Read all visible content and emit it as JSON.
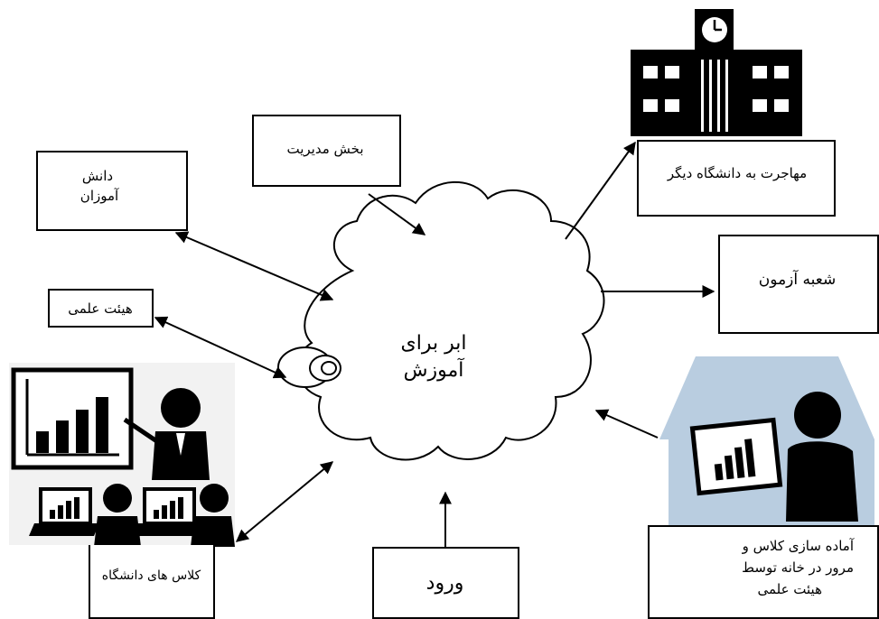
{
  "center": {
    "line1": "ابر برای",
    "line2": "آموزش"
  },
  "nodes": {
    "students": {
      "line1": "دانش",
      "line2": "آموزان"
    },
    "management": "بخش مدیریت",
    "faculty": "هیئت علمی",
    "migration": "مهاجرت به دانشگاه دیگر",
    "exam": "شعبه آزمون",
    "home_prep": {
      "line1": "آماده سازی کلاس و",
      "line2": "مرور در خانه توسط",
      "line3": "هیئت علمی"
    },
    "login": "ورود",
    "university_classes": "کلاس های دانشگاه"
  },
  "icons": [
    "university-building-icon",
    "lecturer-presentation-icon",
    "students-laptops-icon",
    "home-teaching-icon"
  ]
}
